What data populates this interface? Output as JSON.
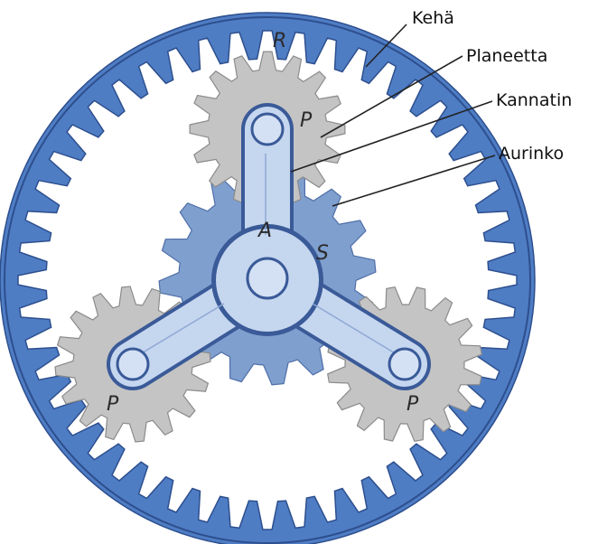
{
  "diagram": {
    "labels": {
      "ring": "Kehä",
      "planet": "Planeetta",
      "carrier": "Kannatin",
      "sun": "Aurinko"
    },
    "gear_letters": {
      "ring": "R",
      "planet": "P",
      "carrier": "A",
      "sun": "S"
    },
    "gears": {
      "ring_internal_teeth": 48,
      "planet_teeth": 16,
      "sun_teeth": 16,
      "planet_count": 3
    },
    "colors": {
      "ring": "#4f7dc4",
      "ring_edge": "#2d4f8e",
      "sun": "#7f9fcf",
      "planet": "#c4c4c4",
      "carrier": "#c5d6ef",
      "carrier_edge": "#3a5a98",
      "background": "#ffffff"
    }
  }
}
